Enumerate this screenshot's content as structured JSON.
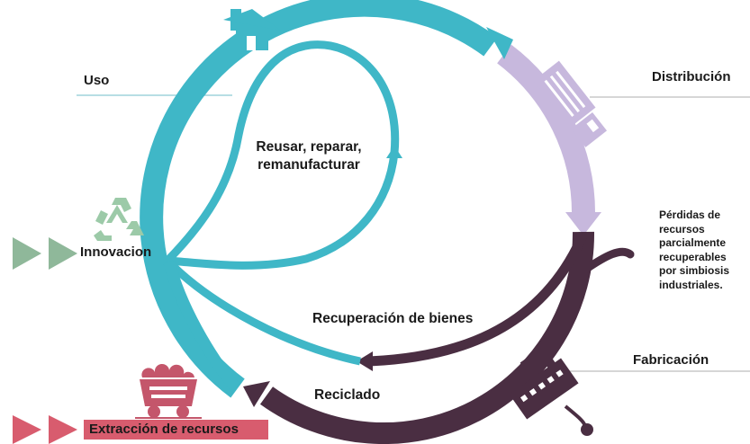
{
  "stages": {
    "use": "Uso",
    "distribution": "Distribución",
    "innovation": "Innovacion",
    "manufacturing": "Fabricación",
    "extraction": "Extracción de recursos"
  },
  "flows": {
    "reuse": [
      "Reusar, reparar,",
      "remanufacturar"
    ],
    "goods_recovery": "Recuperación de bienes",
    "recycling": "Reciclado"
  },
  "losses_note": [
    "Pérdidas de",
    "recursos",
    "parcialmente",
    "recuperables",
    "por simbiosis",
    "industriales."
  ],
  "colors": {
    "teal": "#3fb7c7",
    "lavender": "#c7b8dd",
    "plum": "#4a2e42",
    "green_arrow": "#8fb89a",
    "red_arrow": "#d85c6e",
    "recycle_icon": "#9ccaa8",
    "cart": "#c4566b"
  },
  "icons": [
    "house-icon",
    "truck-icon",
    "recycle-icon",
    "factory-icon",
    "mine-cart-icon"
  ]
}
